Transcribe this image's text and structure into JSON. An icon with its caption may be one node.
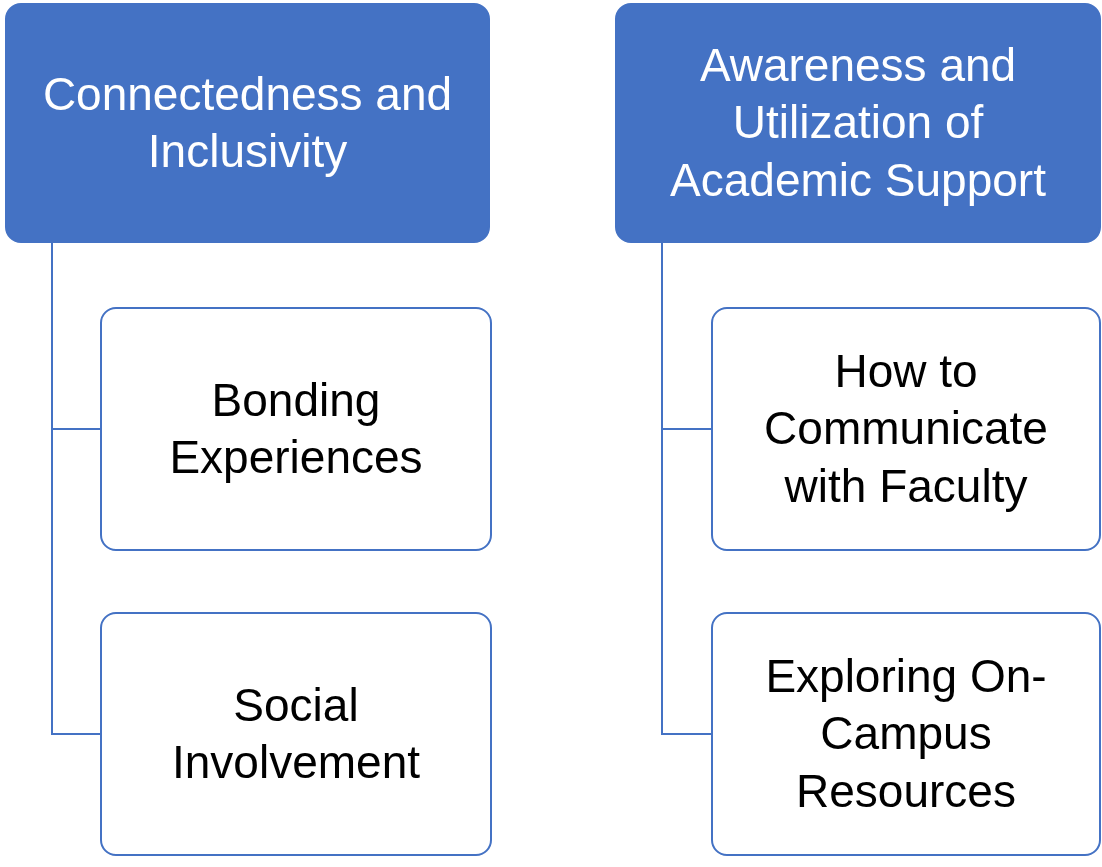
{
  "diagram": {
    "nodes": [
      {
        "text": [
          "Connectedness and Inclusivity"
        ]
      },
      {
        "text": [
          "Bonding Experiences"
        ]
      },
      {
        "text": [
          "Social Involvement"
        ]
      },
      {
        "text": [
          "Awareness and Utilization of Academic Support"
        ]
      },
      {
        "text": [
          "How to Communicate with Faculty"
        ]
      },
      {
        "text": [
          "Exploring On-Campus Resources"
        ]
      }
    ],
    "edges": [
      {
        "from": 0,
        "to": 1,
        "arrow": "none"
      },
      {
        "from": 0,
        "to": 2,
        "arrow": "none"
      },
      {
        "from": 3,
        "to": 4,
        "arrow": "none"
      },
      {
        "from": 3,
        "to": 5,
        "arrow": "none"
      }
    ]
  }
}
